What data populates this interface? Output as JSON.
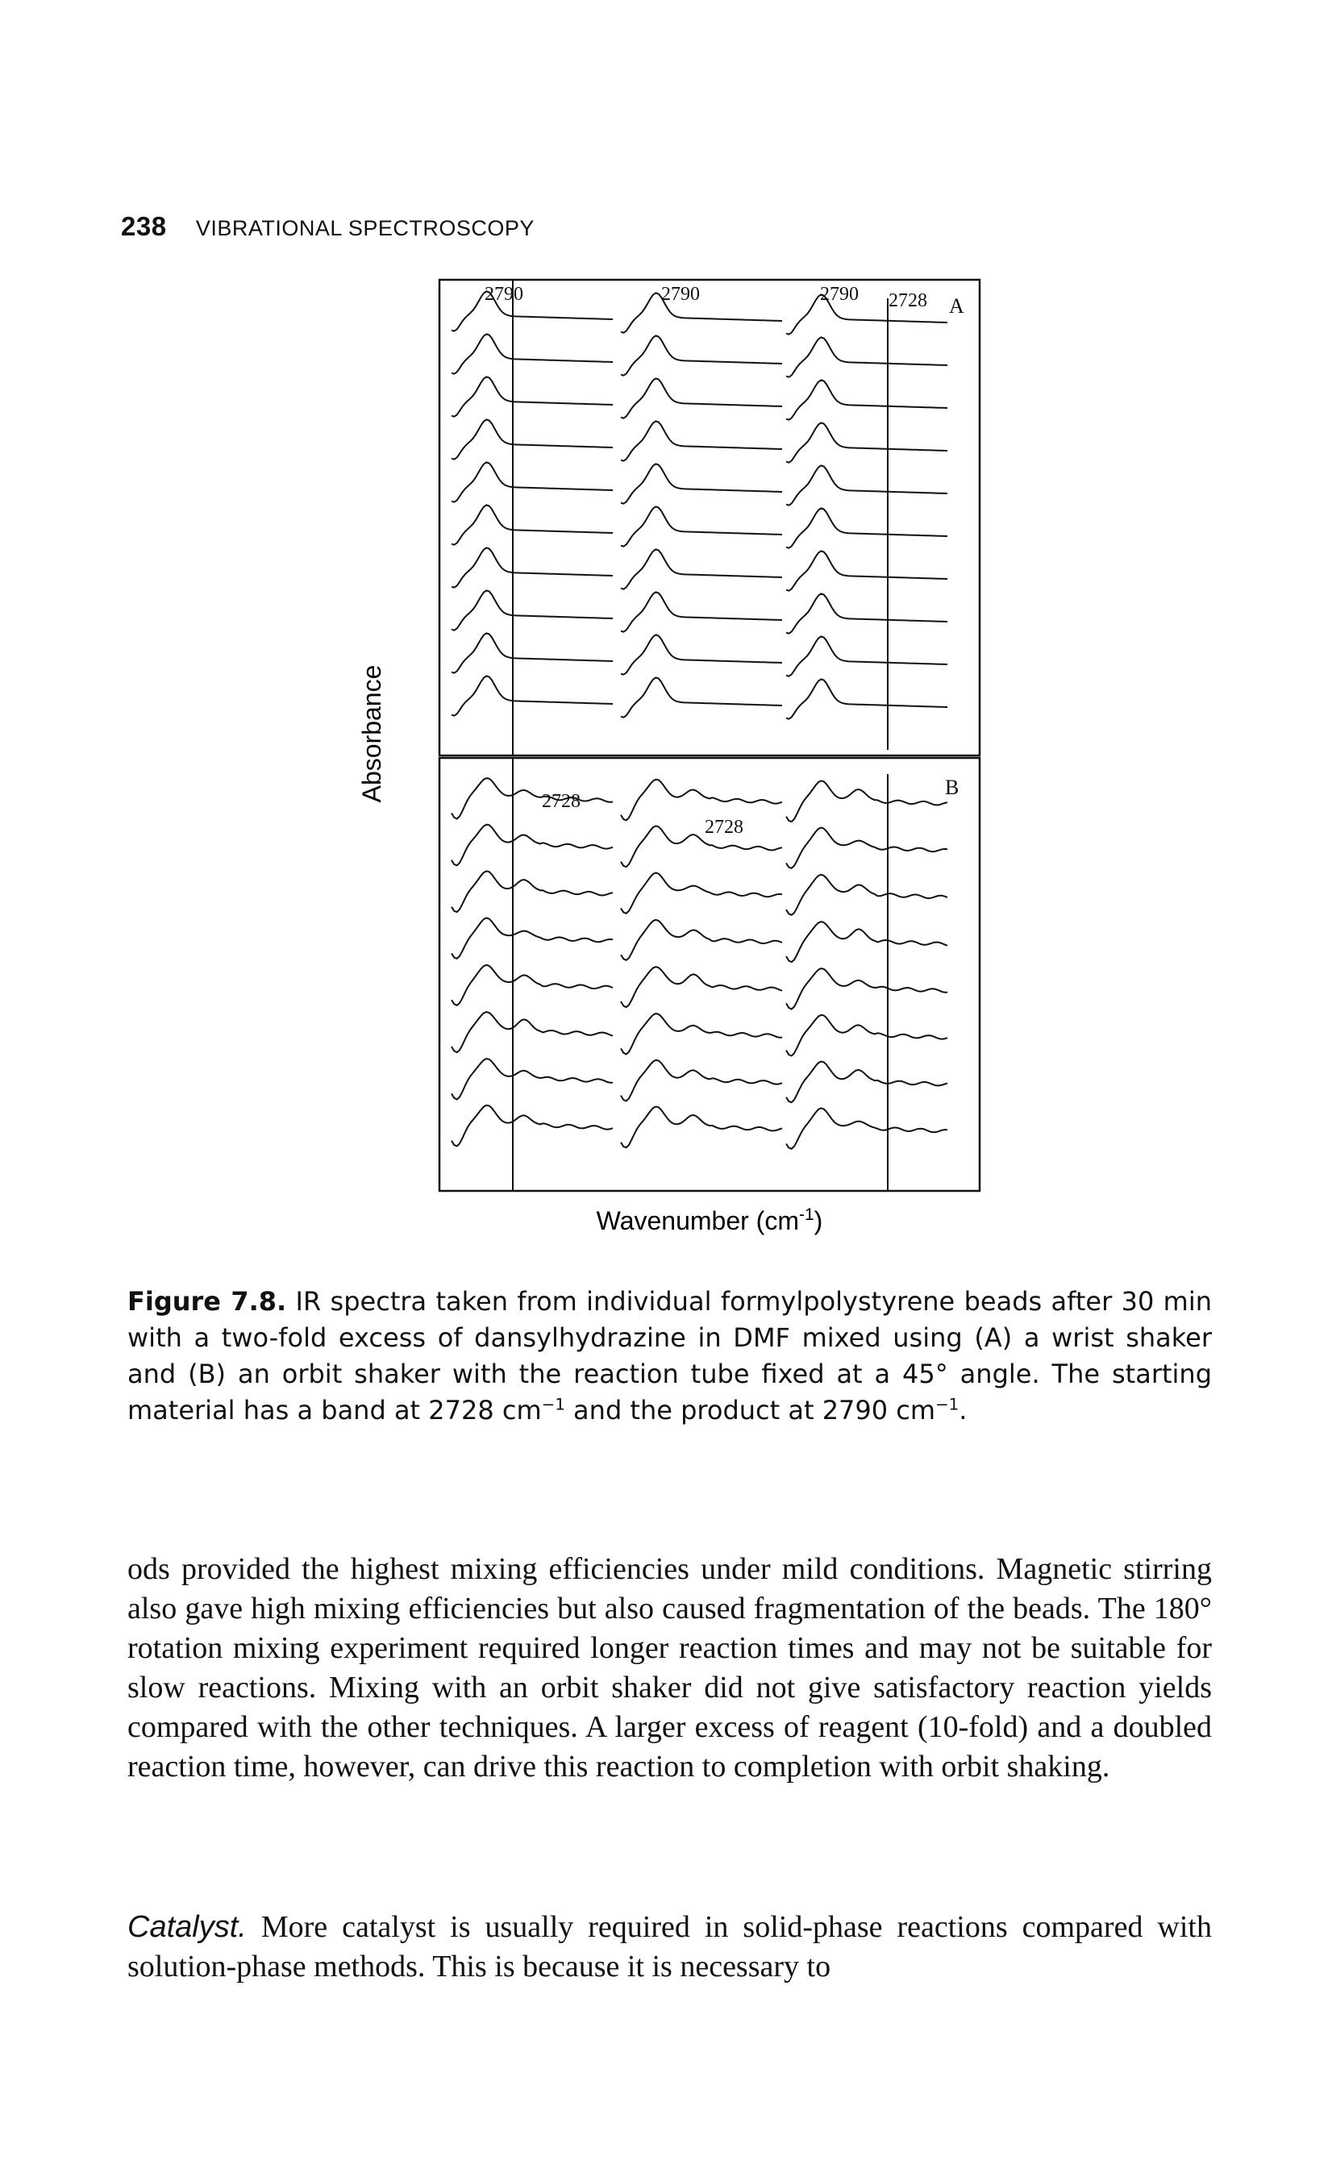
{
  "header": {
    "page_number": "238",
    "running_title": "VIBRATIONAL SPECTROSCOPY"
  },
  "figure": {
    "y_axis_label": "Absorbance",
    "x_axis_label": "Wavenumber (cm",
    "x_axis_label_sup": "-1",
    "x_axis_label_end": ")",
    "panel_a": {
      "letter": "A",
      "peak_labels": [
        "2790",
        "2790",
        "2790",
        "2728"
      ],
      "columns": 3,
      "spectra_per_column": 10,
      "dominant_band": "2790"
    },
    "panel_b": {
      "letter": "B",
      "peak_labels": [
        "2728",
        "2728"
      ],
      "columns": 3,
      "spectra_per_column": 8,
      "dominant_band": "2728"
    }
  },
  "caption": {
    "label": "Figure 7.8.",
    "text_1": " IR spectra taken from individual formylpolystyrene beads after 30 min with a two-fold excess of dansylhydrazine in DMF mixed using (A) a wrist shaker and (B) an orbit shaker with the reaction tube fixed at a 45° angle. The starting material has a band at 2728 cm",
    "sup_1": "−1",
    "text_2": " and the product at 2790 cm",
    "sup_2": "−1",
    "text_3": "."
  },
  "body": {
    "paragraph_1": "ods provided the highest mixing efficiencies under mild conditions. Magnetic stirring also gave high mixing efficiencies but also caused fragmentation of the beads. The 180° rotation mixing experiment required longer reaction times and may not be suitable for slow reactions. Mixing with an orbit shaker did not give satisfactory reaction yields compared with the other techniques. A larger excess of reagent (10-fold) and a doubled reaction time, however, can drive this reaction to completion with orbit shaking.",
    "paragraph_2_heading": "Catalyst.",
    "paragraph_2": " More catalyst is usually required in solid-phase reactions compared with solution-phase methods. This is because it is necessary to"
  }
}
